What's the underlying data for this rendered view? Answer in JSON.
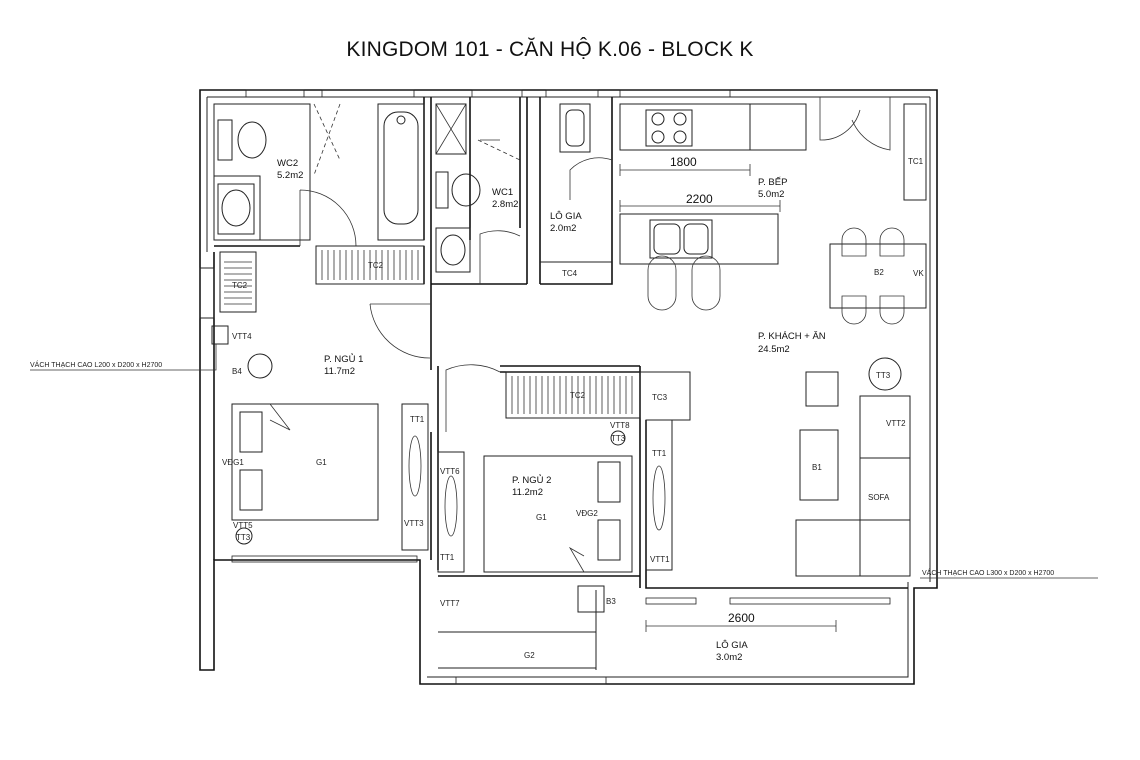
{
  "title": "KINGDOM 101 - CĂN HỘ K.06 - BLOCK K",
  "rooms": {
    "wc2": {
      "name": "WC2",
      "area": "5.2m2"
    },
    "wc1": {
      "name": "WC1",
      "area": "2.8m2"
    },
    "logia_top": {
      "name": "LÔ GIA",
      "area": "2.0m2"
    },
    "kitchen": {
      "name": "P. BẾP",
      "area": "5.0m2"
    },
    "bed1": {
      "name": "P. NGỦ 1",
      "area": "11.7m2"
    },
    "bed2": {
      "name": "P. NGỦ 2",
      "area": "11.2m2"
    },
    "living": {
      "name": "P. KHÁCH + ĂN",
      "area": "24.5m2"
    },
    "logia_bottom": {
      "name": "LÔ GIA",
      "area": "3.0m2"
    }
  },
  "dimensions": {
    "d1800": "1800",
    "d2200": "2200",
    "d2600": "2600"
  },
  "tags": {
    "tc1": "TC1",
    "tc2_top": "TC2",
    "tc2_mid": "TC2",
    "tc2_left": "TC2",
    "tc3": "TC3",
    "tc4": "TC4",
    "vtt4": "VTT4",
    "b4": "B4",
    "vdg1": "VĐG1",
    "vtt5": "VTT5",
    "tt3_a": "TT3",
    "g1_a": "G1",
    "tt1_a": "TT1",
    "vtt3": "VTT3",
    "vtt6": "VTT6",
    "tt1_b": "TT1",
    "vtt7": "VTT7",
    "g1_b": "G1",
    "vdg2": "VĐG2",
    "vtt8": "VTT8",
    "tt3_b": "TT3",
    "tt1_c": "TT1",
    "vtt1": "VTT1",
    "b3": "B3",
    "g2": "G2",
    "b2": "B2",
    "vk": "VK",
    "tt3_c": "TT3",
    "vtt2": "VTT2",
    "b1": "B1",
    "sofa": "SOFA"
  },
  "notes": {
    "left_wall": "VÁCH THẠCH CAO L200 x D200 x H2700",
    "right_wall": "VÁCH THẠCH CAO L300 x D200 x H2700"
  }
}
